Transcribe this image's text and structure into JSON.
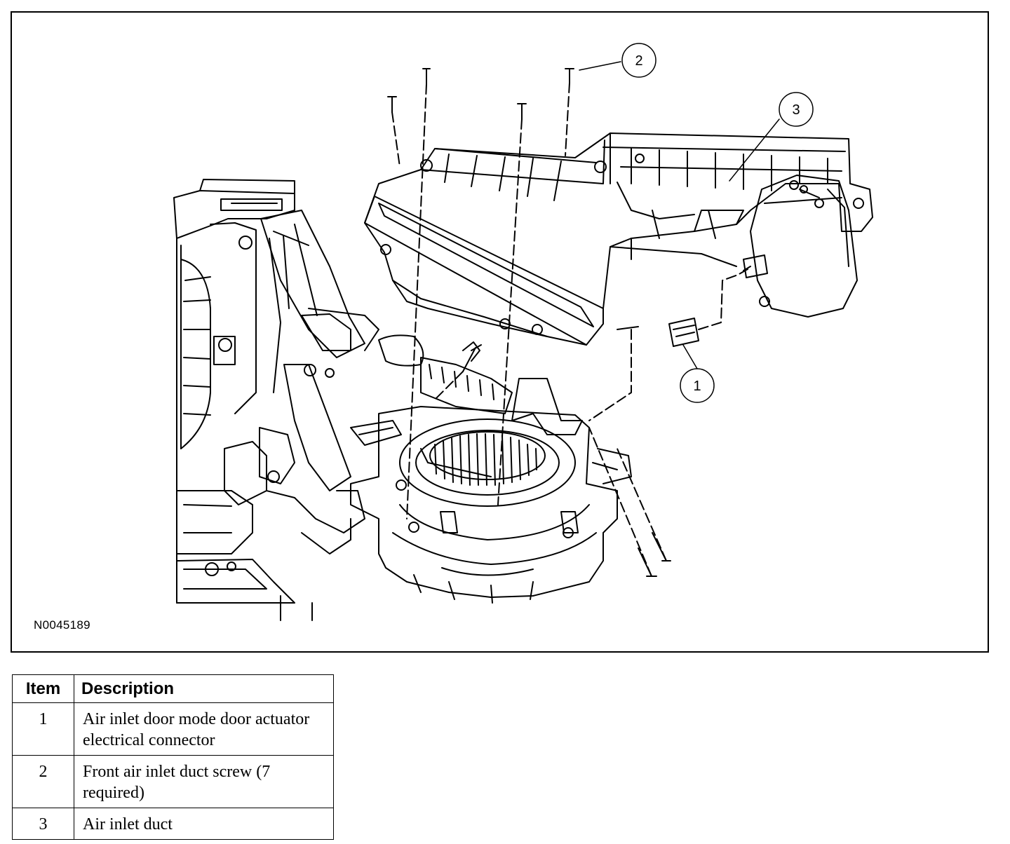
{
  "figure": {
    "id": "N0045189",
    "callouts": [
      "1",
      "2",
      "3"
    ]
  },
  "legend": {
    "headers": {
      "item": "Item",
      "description": "Description"
    },
    "rows": [
      {
        "item": "1",
        "description": "Air inlet door mode door actuator electrical connector"
      },
      {
        "item": "2",
        "description": "Front air inlet duct screw (7 required)"
      },
      {
        "item": "3",
        "description": "Air inlet duct"
      }
    ]
  },
  "colors": {
    "line": "#000000",
    "background": "#ffffff"
  }
}
